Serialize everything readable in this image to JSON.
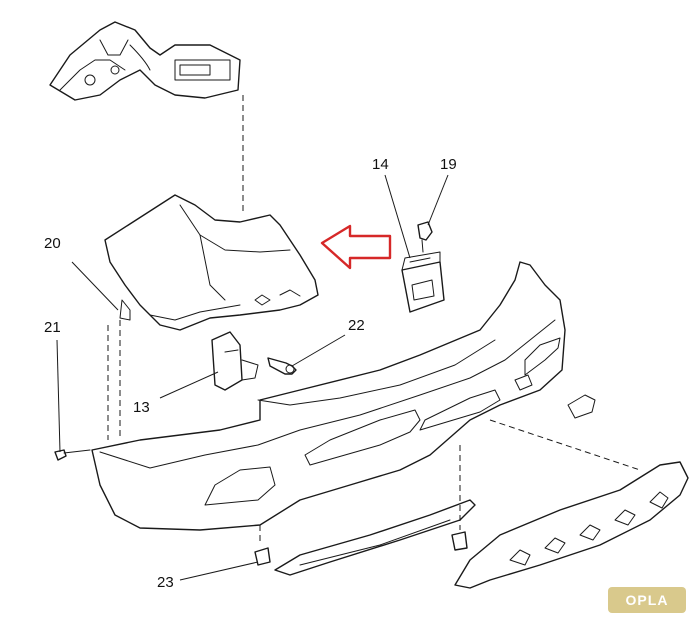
{
  "diagram": {
    "callouts": [
      {
        "id": "c14",
        "label": "14"
      },
      {
        "id": "c19",
        "label": "19"
      },
      {
        "id": "c20",
        "label": "20"
      },
      {
        "id": "c21",
        "label": "21"
      },
      {
        "id": "c22",
        "label": "22"
      },
      {
        "id": "c13",
        "label": "13"
      },
      {
        "id": "c23",
        "label": "23"
      }
    ],
    "arrow_color": "#d62828",
    "watermark": "OPLA"
  }
}
